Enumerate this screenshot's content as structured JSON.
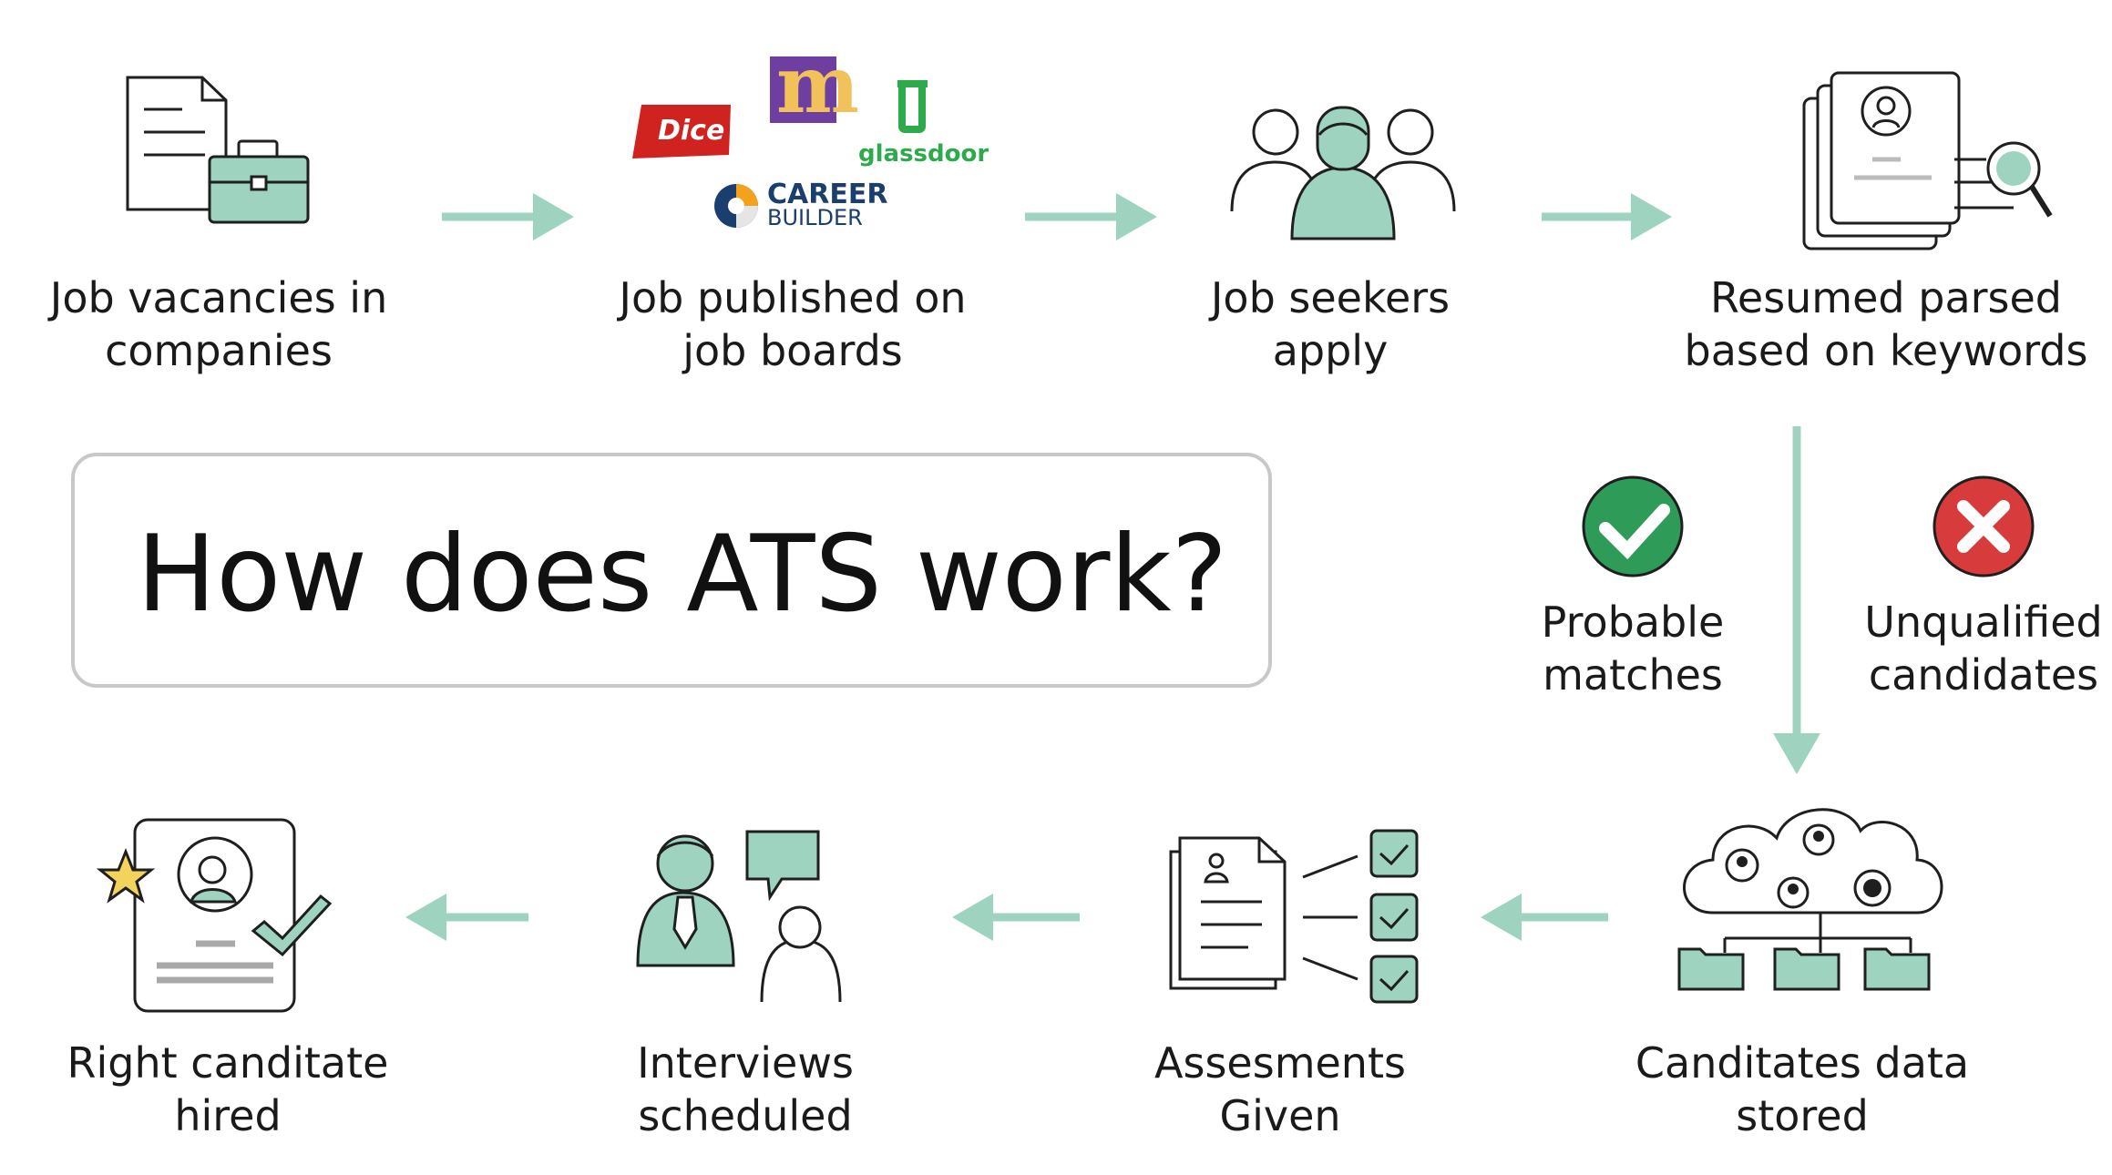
{
  "title": "How does ATS work?",
  "colors": {
    "accent": "#9ed3c0",
    "ink": "#1f1f1f",
    "ok": "#2e9b59",
    "bad": "#d83b3b",
    "dice": "#d0231f",
    "monster": "#6e3fa0",
    "glassdoor": "#2daa4b"
  },
  "steps": [
    {
      "id": "vacancies",
      "line1": "Job vacancies in",
      "line2": "companies"
    },
    {
      "id": "published",
      "line1": "Job published on",
      "line2": "job boards"
    },
    {
      "id": "apply",
      "line1": "Job seekers",
      "line2": "apply"
    },
    {
      "id": "parsed",
      "line1": "Resumed parsed",
      "line2": "based on keywords"
    },
    {
      "id": "stored",
      "line1": "Canditates data",
      "line2": "stored"
    },
    {
      "id": "assessments",
      "line1": "Assesments",
      "line2": "Given"
    },
    {
      "id": "interviews",
      "line1": "Interviews",
      "line2": "scheduled"
    },
    {
      "id": "hired",
      "line1": "Right canditate",
      "line2": "hired"
    }
  ],
  "outcomes": {
    "probable": {
      "line1": "Probable",
      "line2": "matches",
      "icon": "check-circle-icon"
    },
    "unqualified": {
      "line1": "Unqualified",
      "line2": "candidates",
      "icon": "x-circle-icon"
    }
  },
  "job_boards": {
    "dice": "Dice",
    "monster": "m",
    "glassdoor": "glassdoor",
    "careerbuilder_1": "CAREER",
    "careerbuilder_2": "BUILDER"
  }
}
